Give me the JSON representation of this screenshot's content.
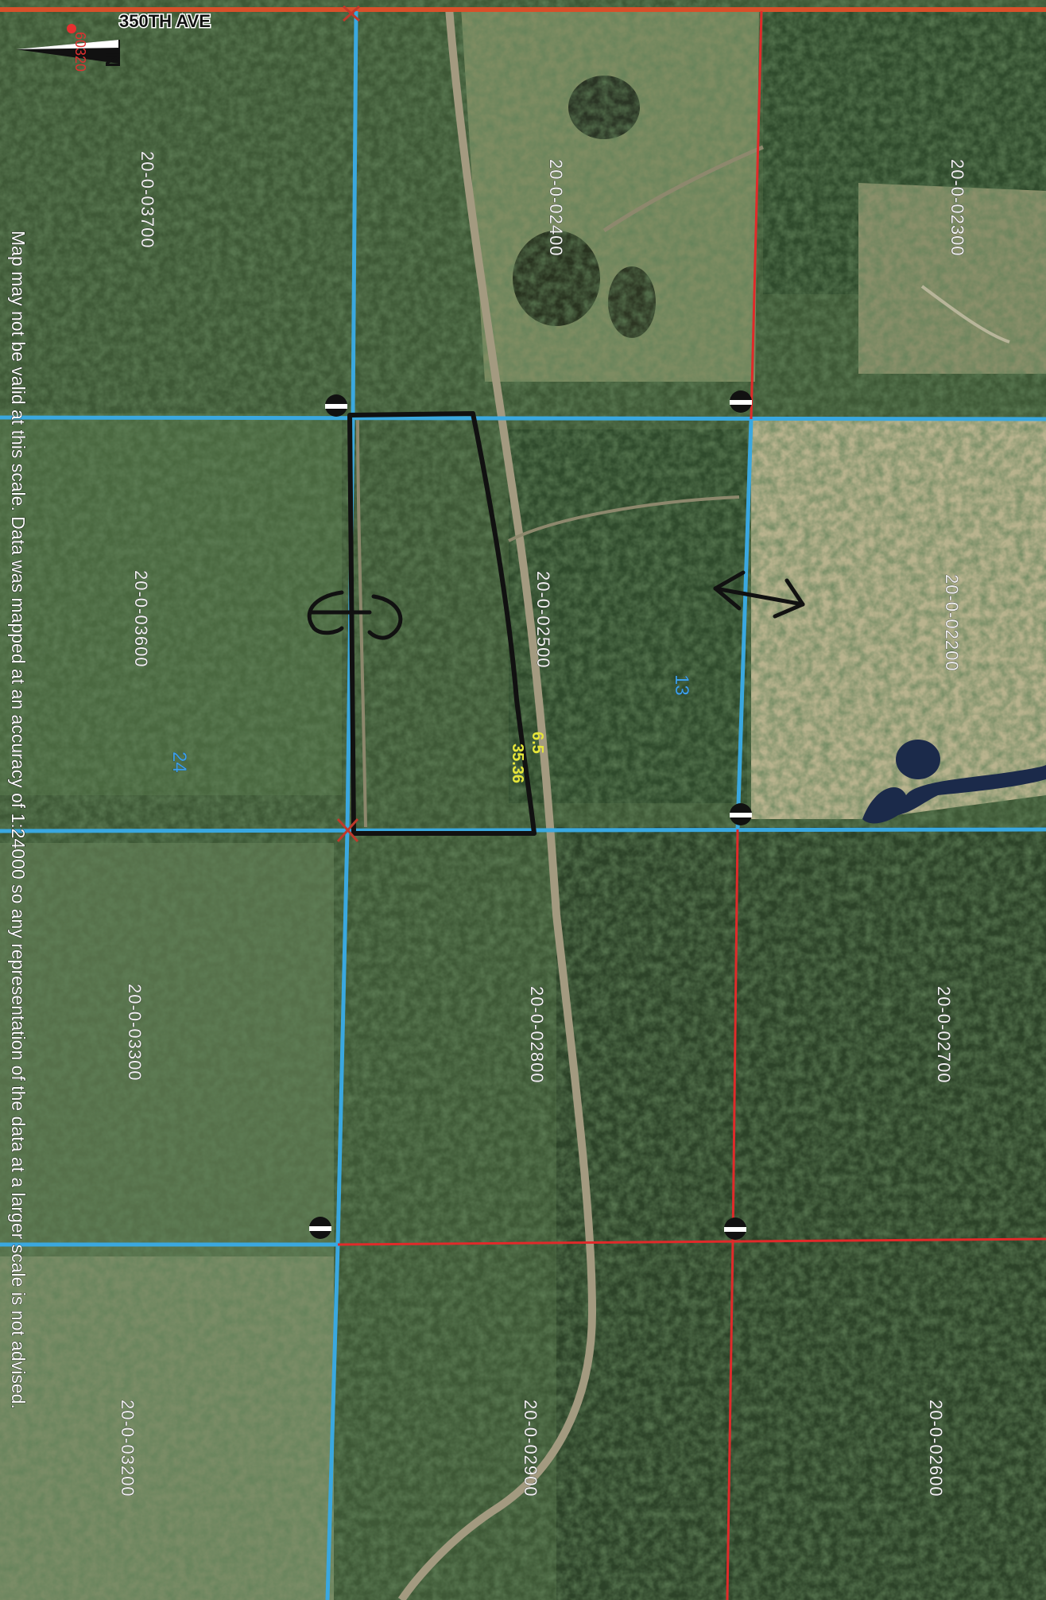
{
  "map": {
    "road_name": "350TH AVE",
    "road_marker": "60320",
    "north_letter": "N",
    "disclaimer": "Map may not be valid at this scale. Data was mapped at an accuracy of 1:24000 so any representation of the data at a larger scale is not advised.",
    "highlight_a": "6.5",
    "highlight_b": "35.36",
    "sections": [
      {
        "id": "section-13",
        "label": "13"
      },
      {
        "id": "section-24",
        "label": "24"
      }
    ],
    "parcels": [
      {
        "id": "parcel-03700",
        "label": "20-0-03700"
      },
      {
        "id": "parcel-02400",
        "label": "20-0-02400"
      },
      {
        "id": "parcel-02300",
        "label": "20-0-02300"
      },
      {
        "id": "parcel-03600",
        "label": "20-0-03600"
      },
      {
        "id": "parcel-02500",
        "label": "20-0-02500"
      },
      {
        "id": "parcel-02200",
        "label": "20-0-02200"
      },
      {
        "id": "parcel-03300",
        "label": "20-0-03300"
      },
      {
        "id": "parcel-02800",
        "label": "20-0-02800"
      },
      {
        "id": "parcel-02700",
        "label": "20-0-02700"
      },
      {
        "id": "parcel-03200",
        "label": "20-0-03200"
      },
      {
        "id": "parcel-02900",
        "label": "20-0-02900"
      },
      {
        "id": "parcel-02600",
        "label": "20-0-02600"
      }
    ],
    "colors": {
      "section_line": "#3aa8e0",
      "quarter_line": "#e02a2a",
      "subject_outline": "#111111",
      "forest_dark": "#2a3d24",
      "forest_mid": "#3f5a34",
      "field_light": "#b8b28c",
      "water": "#1b2a4a"
    }
  }
}
